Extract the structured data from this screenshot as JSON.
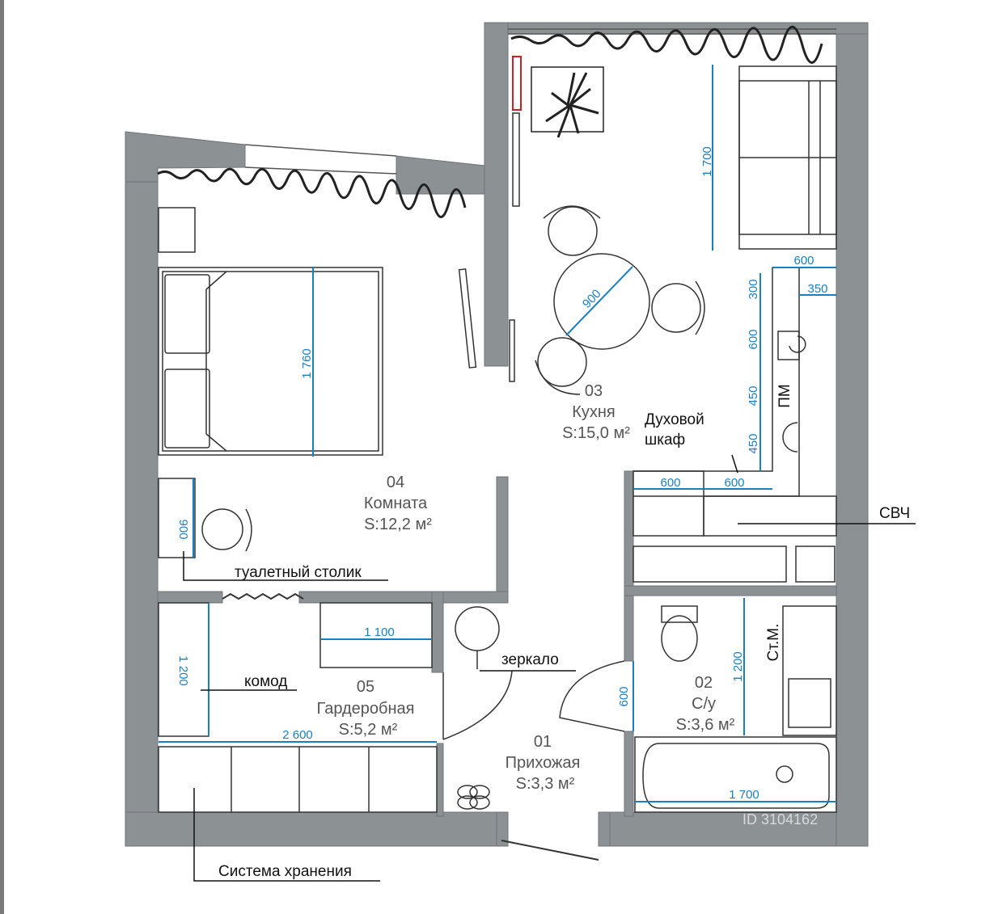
{
  "rooms": [
    {
      "number": "01",
      "name": "Прихожая",
      "area": "S:3,3 м²"
    },
    {
      "number": "02",
      "name": "С/у",
      "area": "S:3,6 м²"
    },
    {
      "number": "03",
      "name": "Кухня",
      "area": "S:15,0 м²"
    },
    {
      "number": "04",
      "name": "Комната",
      "area": "S:12,2 м²"
    },
    {
      "number": "05",
      "name": "Гардеробная",
      "area": "S:5,2 м²"
    }
  ],
  "dimensions": {
    "sofa_length": "1 700",
    "bed_length": "1 760",
    "table_diameter": "900",
    "vanity_width": "900",
    "komod_length": "1 200",
    "shelf_length": "1 100",
    "storage_length": "2 600",
    "door_width": "600",
    "toilet_space": "1 200",
    "bath_length": "1 700",
    "counter_600_top": "600",
    "counter_350": "350",
    "v300": "300",
    "v600": "600",
    "v450a": "450",
    "v450b": "450",
    "lower_600a": "600",
    "lower_600b": "600"
  },
  "labels": {
    "oven_line1": "Духовой",
    "oven_line2": "шкаф",
    "microwave": "СВЧ",
    "dishwasher": "ПМ",
    "washer": "Ст.М.",
    "vanity_table": "туалетный столик",
    "mirror": "зеркало",
    "komod": "комод",
    "storage_system": "Система хранения"
  },
  "watermark": {
    "text": "ID 3104162"
  },
  "colors": {
    "wall": "#8c9194",
    "dimension": "#1a7fc0",
    "door_accent": "#cc2222"
  }
}
